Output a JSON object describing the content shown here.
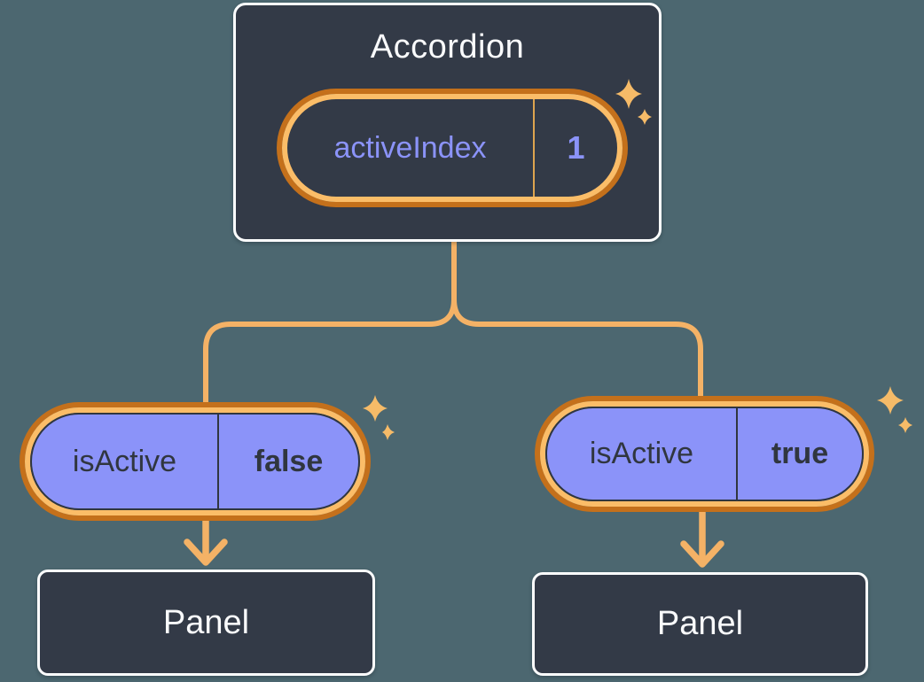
{
  "colors": {
    "background": "#4C6770",
    "node_fill": "#333A47",
    "node_border": "#FCFDFE",
    "text_light": "#F9FAFC",
    "text_dark": "#30363F",
    "purple": "#8B93F9",
    "ring_outer_orange": "#C4701B",
    "ring_inner_amber": "#FBBD68",
    "connector": "#F4B266",
    "sparkle": "#F6BB68",
    "divider_amber": "#DDA44F"
  },
  "accordion": {
    "title": "Accordion",
    "state_pill": {
      "label": "activeIndex",
      "value": "1"
    }
  },
  "children": [
    {
      "pill": {
        "label": "isActive",
        "value": "false"
      },
      "panel_label": "Panel"
    },
    {
      "pill": {
        "label": "isActive",
        "value": "true"
      },
      "panel_label": "Panel"
    }
  ],
  "icons": {
    "sparkles": "sparkles-icon"
  }
}
